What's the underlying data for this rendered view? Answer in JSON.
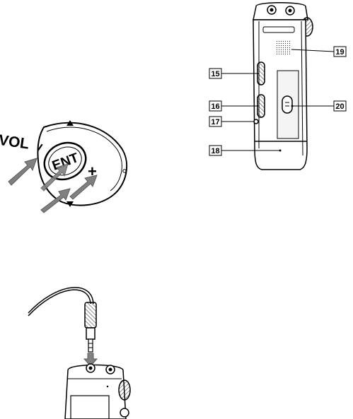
{
  "control": {
    "vol_label": "VOL",
    "enter_label": "ENT",
    "minus_label": "–",
    "plus_label": "+"
  },
  "callouts": [
    {
      "id": "speaker",
      "number": "19"
    },
    {
      "id": "upper-slider",
      "number": "15"
    },
    {
      "id": "lower-slider",
      "number": "16"
    },
    {
      "id": "small-hole",
      "number": "17"
    },
    {
      "id": "battery-cover",
      "number": "18"
    },
    {
      "id": "side-jack",
      "number": "20"
    }
  ],
  "colors": {
    "ink": "#000000",
    "arrow_fill": "#808080",
    "arrow_stroke": "#5a5a5a",
    "panel_fill": "#f2f2f2"
  }
}
